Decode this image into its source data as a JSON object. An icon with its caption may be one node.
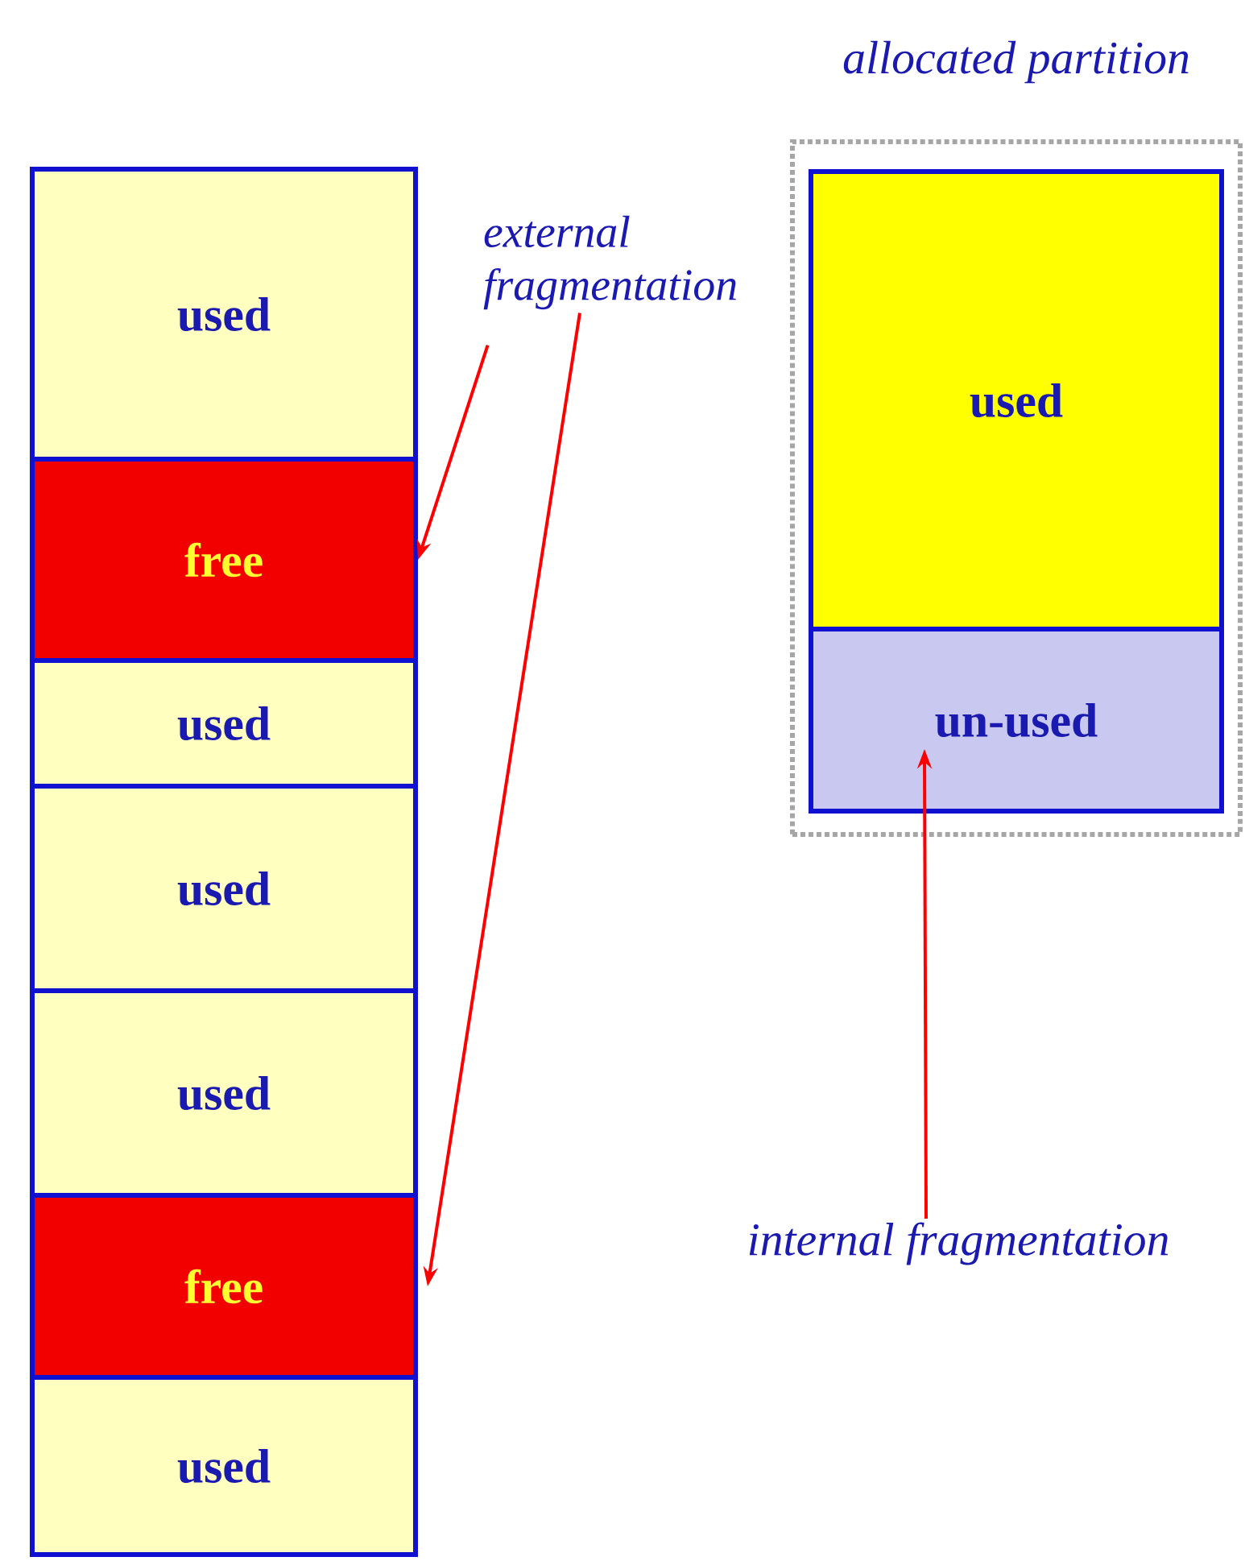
{
  "diagram": {
    "nodes": [
      {
        "text": [
          "used"
        ]
      },
      {
        "text": [
          "free"
        ]
      },
      {
        "text": [
          "used"
        ]
      },
      {
        "text": [
          "used"
        ]
      },
      {
        "text": [
          "used"
        ]
      },
      {
        "text": [
          "free"
        ]
      },
      {
        "text": [
          "used"
        ]
      },
      {
        "text": [
          "allocated partition"
        ]
      },
      {
        "text": [
          "used"
        ],
        "in": 7
      },
      {
        "text": [
          "un-used"
        ],
        "in": 7
      },
      {
        "text": [
          "external fragmentation"
        ]
      },
      {
        "text": [
          "internal fragmentation"
        ]
      }
    ],
    "edges": [
      {
        "from": 10,
        "to": 1,
        "arrow": "to"
      },
      {
        "from": 10,
        "to": 5,
        "arrow": "to"
      },
      {
        "from": 11,
        "to": 9,
        "arrow": "to"
      }
    ]
  }
}
